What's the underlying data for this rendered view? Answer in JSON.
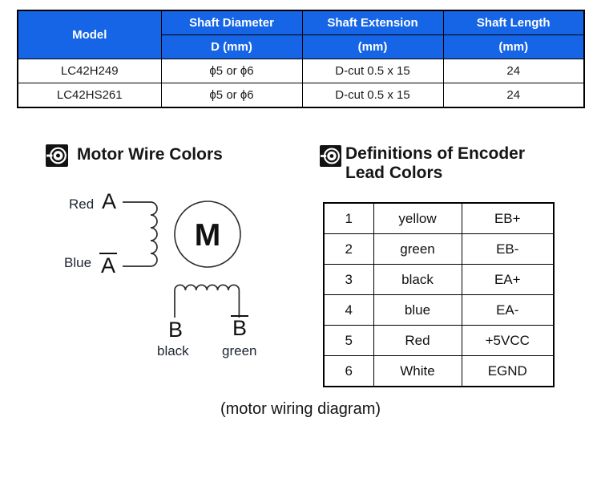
{
  "colors": {
    "table_header_blue": "#1565e6",
    "table_header_text": "#ffffff",
    "border_black": "#000000",
    "wire_stroke": "#2b2b2b"
  },
  "spec_table": {
    "header": {
      "model": "Model",
      "columns": [
        {
          "title": "Shaft Diameter",
          "unit": "D (mm)"
        },
        {
          "title": "Shaft Extension",
          "unit": "(mm)"
        },
        {
          "title": "Shaft Length",
          "unit": "(mm)"
        }
      ]
    },
    "rows": [
      {
        "model": "LC42H249",
        "shaft_diameter": "ϕ5 or ϕ6",
        "shaft_extension": "D-cut 0.5 x 15",
        "shaft_length": "24"
      },
      {
        "model": "LC42HS261",
        "shaft_diameter": "ϕ5 or ϕ6",
        "shaft_extension": "D-cut 0.5 x 15",
        "shaft_length": "24"
      }
    ]
  },
  "motor_wire_section": {
    "heading": "Motor Wire Colors",
    "diagram": {
      "motor_symbol": "M",
      "phase_a": {
        "wire_color": "Red",
        "terminal": "A"
      },
      "phase_a_bar": {
        "wire_color": "Blue",
        "terminal": "A"
      },
      "phase_b": {
        "wire_color": "black",
        "terminal": "B"
      },
      "phase_b_bar": {
        "wire_color": "green",
        "terminal": "B"
      }
    }
  },
  "encoder_section": {
    "heading_line1": "Definitions of Encoder",
    "heading_line2": "Lead Colors",
    "rows": [
      {
        "pin": "1",
        "color": "yellow",
        "signal": "EB+"
      },
      {
        "pin": "2",
        "color": "green",
        "signal": "EB-"
      },
      {
        "pin": "3",
        "color": "black",
        "signal": "EA+"
      },
      {
        "pin": "4",
        "color": "blue",
        "signal": "EA-"
      },
      {
        "pin": "5",
        "color": "Red",
        "signal": "+5VCC"
      },
      {
        "pin": "6",
        "color": "White",
        "signal": "EGND"
      }
    ]
  },
  "caption": "(motor wiring diagram)"
}
